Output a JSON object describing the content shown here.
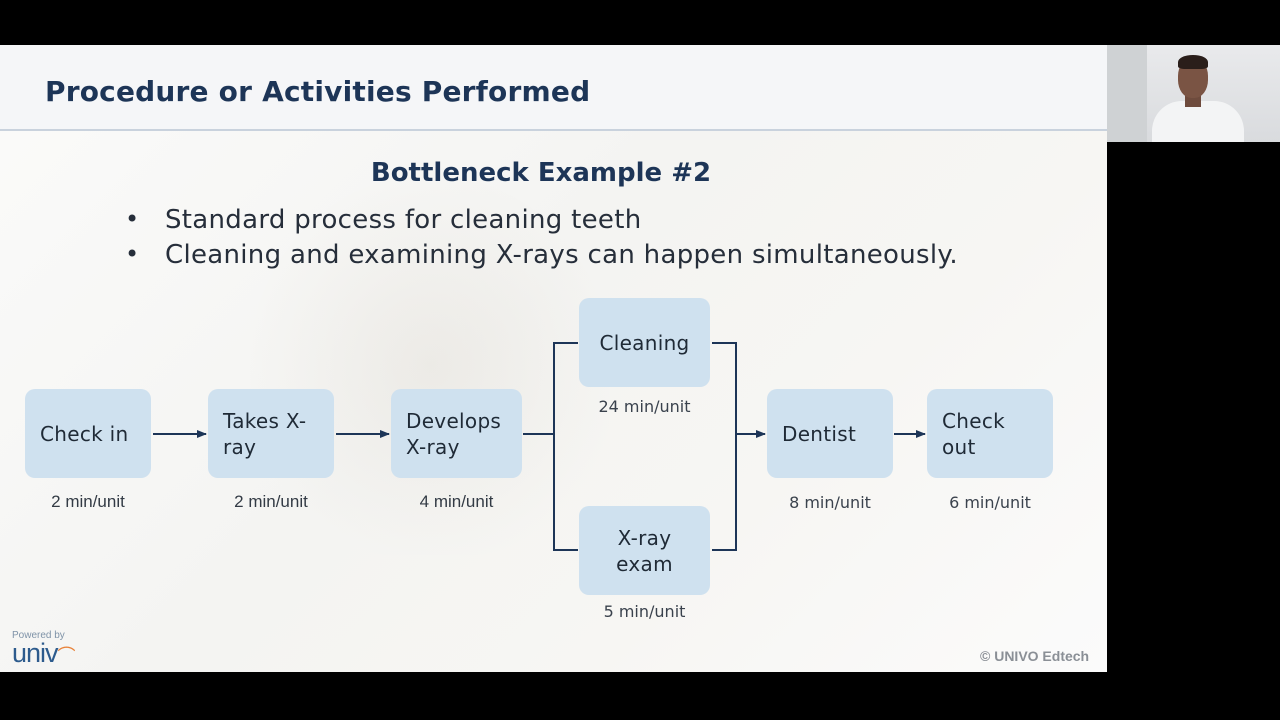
{
  "slide": {
    "title": "Procedure or Activities Performed",
    "subtitle": "Bottleneck Example #2",
    "bullets": [
      "Standard process for cleaning teeth",
      "Cleaning and examining X-rays can happen simultaneously."
    ]
  },
  "flow": {
    "steps": [
      {
        "name": "check-in",
        "label": "Check in",
        "time": "2 min/unit"
      },
      {
        "name": "takes-xray",
        "label_lines": [
          "Takes X-",
          "ray"
        ],
        "time": "2 min/unit"
      },
      {
        "name": "develops-xray",
        "label_lines": [
          "Develops",
          "X-ray"
        ],
        "time": "4 min/unit"
      },
      {
        "name": "cleaning",
        "label": "Cleaning",
        "time": "24 min/unit"
      },
      {
        "name": "xray-exam",
        "label_lines": [
          "X-ray",
          "exam"
        ],
        "time": "5 min/unit"
      },
      {
        "name": "dentist",
        "label": "Dentist",
        "time": "8 min/unit"
      },
      {
        "name": "check-out",
        "label_lines": [
          "Check",
          "out"
        ],
        "time": "6 min/unit"
      }
    ],
    "colors": {
      "box": "#cfe1ef",
      "arrow": "#1d3557"
    }
  },
  "branding": {
    "powered_by": "Powered by",
    "logo_text": "univ",
    "copyright": "© UNIVO Edtech"
  }
}
